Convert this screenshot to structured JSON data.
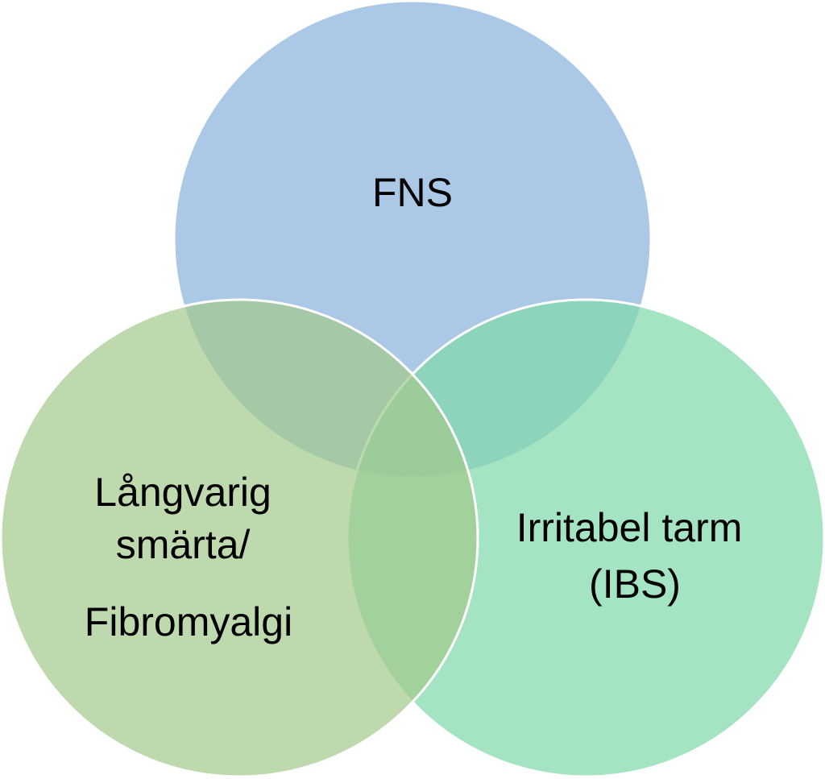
{
  "colors": {
    "background": "#ffffff",
    "fns": "#abc9e6",
    "pain": "#a3c98a",
    "ibs": "#7fd8a8",
    "outline": "#ffffff",
    "text": "#000000"
  },
  "diagram": {
    "type": "venn-3",
    "sets": [
      {
        "id": "fns",
        "label_lines": [
          "FNS"
        ]
      },
      {
        "id": "pain",
        "label_lines": [
          "Långvarig",
          "smärta/",
          "Fibromyalgi"
        ]
      },
      {
        "id": "ibs",
        "label_lines": [
          "Irritabel tarm",
          "(IBS)"
        ]
      }
    ]
  }
}
